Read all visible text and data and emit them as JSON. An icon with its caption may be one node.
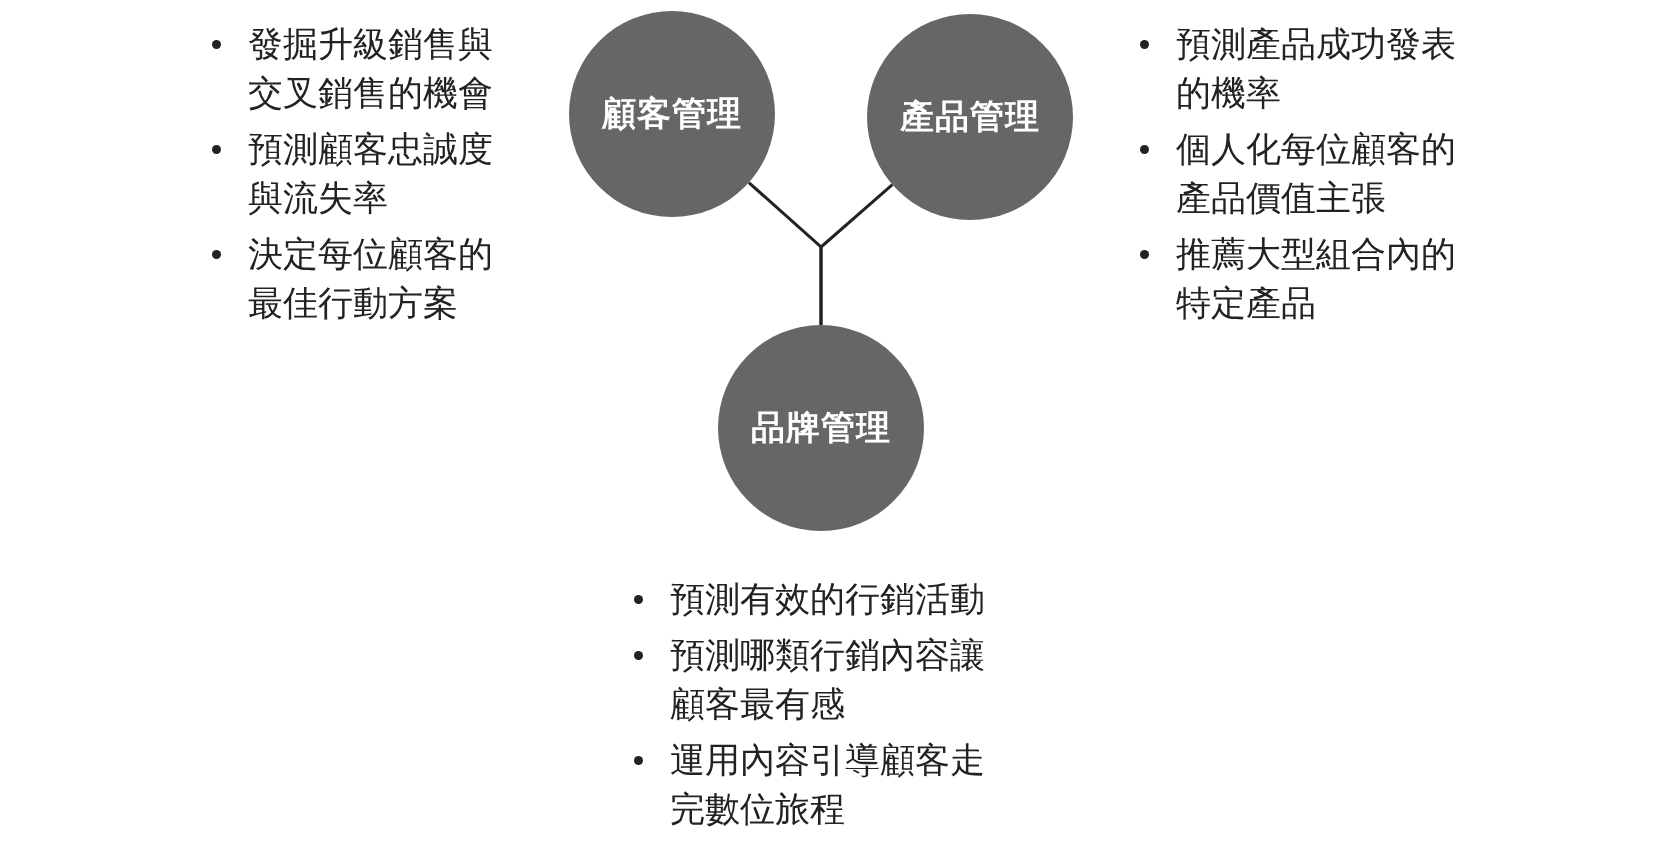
{
  "diagram": {
    "nodes": [
      {
        "text": [
          "顧客管理"
        ],
        "beside": [
          "發掘升級銷售與交叉銷售的機會",
          "預測顧客忠誠度與流失率",
          "決定每位顧客的最佳行動方案"
        ]
      },
      {
        "text": [
          "產品管理"
        ],
        "beside": [
          "預測產品成功發表的機率",
          "個人化每位顧客的產品價值主張",
          "推薦大型組合內的特定產品"
        ]
      },
      {
        "text": [
          "品牌管理"
        ],
        "beside": [
          "預測有效的行銷活動",
          "預測哪類行銷內容讓顧客最有感",
          "運用內容引導顧客走完數位旅程"
        ]
      }
    ],
    "edges": [
      {
        "from": 0,
        "to": 2,
        "arrow": "none"
      },
      {
        "from": 1,
        "to": 2,
        "arrow": "none"
      }
    ]
  }
}
